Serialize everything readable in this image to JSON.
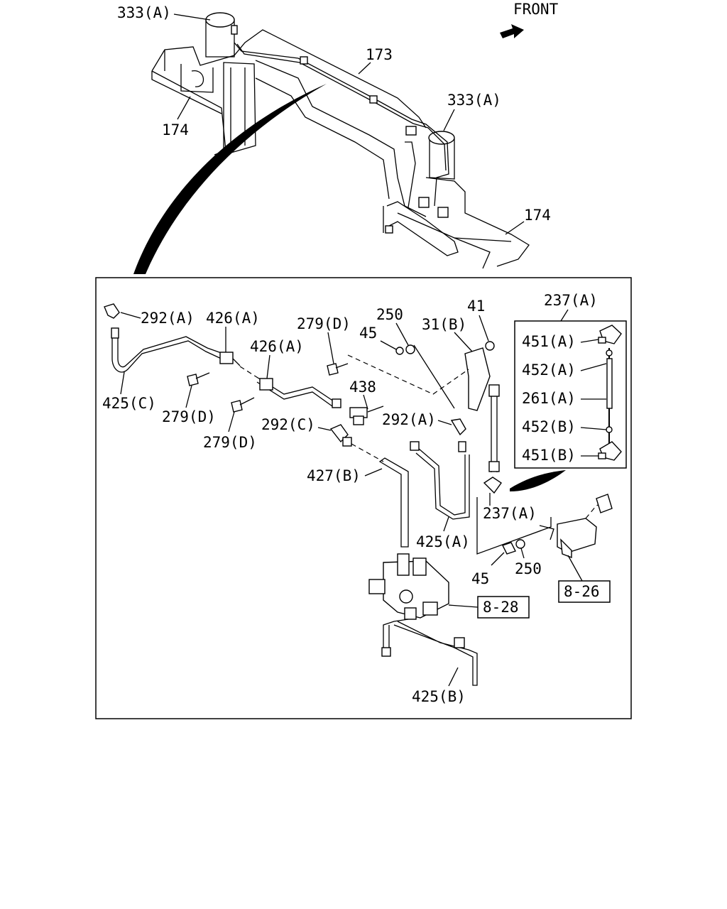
{
  "top_view": {
    "front_label": "FRONT",
    "labels": [
      "333(A)",
      "173",
      "174",
      "333(A)",
      "174"
    ]
  },
  "detail_view": {
    "labels": [
      "292(A)",
      "426(A)",
      "279(D)",
      "250",
      "41",
      "237(A)",
      "426(A)",
      "45",
      "31(B)",
      "451(A)",
      "452(A)",
      "438",
      "425(C)",
      "279(D)",
      "292(A)",
      "261(A)",
      "292(C)",
      "452(B)",
      "279(D)",
      "451(B)",
      "427(B)",
      "237(A)",
      "425(A)",
      "45",
      "250",
      "425(B)"
    ],
    "references": [
      "8-28",
      "8-26"
    ]
  }
}
